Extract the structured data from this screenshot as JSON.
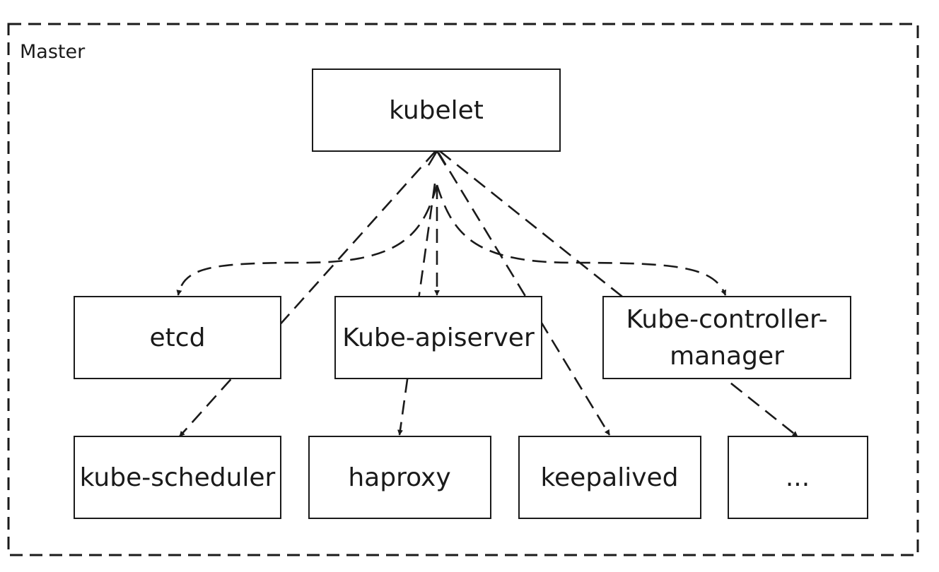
{
  "group": {
    "label": "Master"
  },
  "nodes": [
    {
      "id": "kubelet",
      "label": "kubelet"
    },
    {
      "id": "etcd",
      "label": "etcd"
    },
    {
      "id": "kube-apiserver",
      "label": "Kube-apiserver"
    },
    {
      "id": "kube-controller-manager",
      "label": "Kube-controller-manager",
      "lines": [
        "Kube-controller-",
        "manager"
      ]
    },
    {
      "id": "kube-scheduler",
      "label": "kube-scheduler"
    },
    {
      "id": "haproxy",
      "label": "haproxy"
    },
    {
      "id": "keepalived",
      "label": "keepalived"
    },
    {
      "id": "more",
      "label": "..."
    }
  ],
  "edges": [
    {
      "from": "kubelet",
      "to": "etcd",
      "style": "dashed",
      "arrow": "end"
    },
    {
      "from": "kubelet",
      "to": "kube-apiserver",
      "style": "dashed",
      "arrow": "end"
    },
    {
      "from": "kubelet",
      "to": "kube-controller-manager",
      "style": "dashed",
      "arrow": "end"
    },
    {
      "from": "kubelet",
      "to": "kube-scheduler",
      "style": "dashed",
      "arrow": "end"
    },
    {
      "from": "kubelet",
      "to": "haproxy",
      "style": "dashed",
      "arrow": "end"
    },
    {
      "from": "kubelet",
      "to": "keepalived",
      "style": "dashed",
      "arrow": "end"
    },
    {
      "from": "kubelet",
      "to": "more",
      "style": "dashed",
      "arrow": "end"
    }
  ],
  "colors": {
    "stroke": "#1a1a1a",
    "background": "#ffffff"
  }
}
